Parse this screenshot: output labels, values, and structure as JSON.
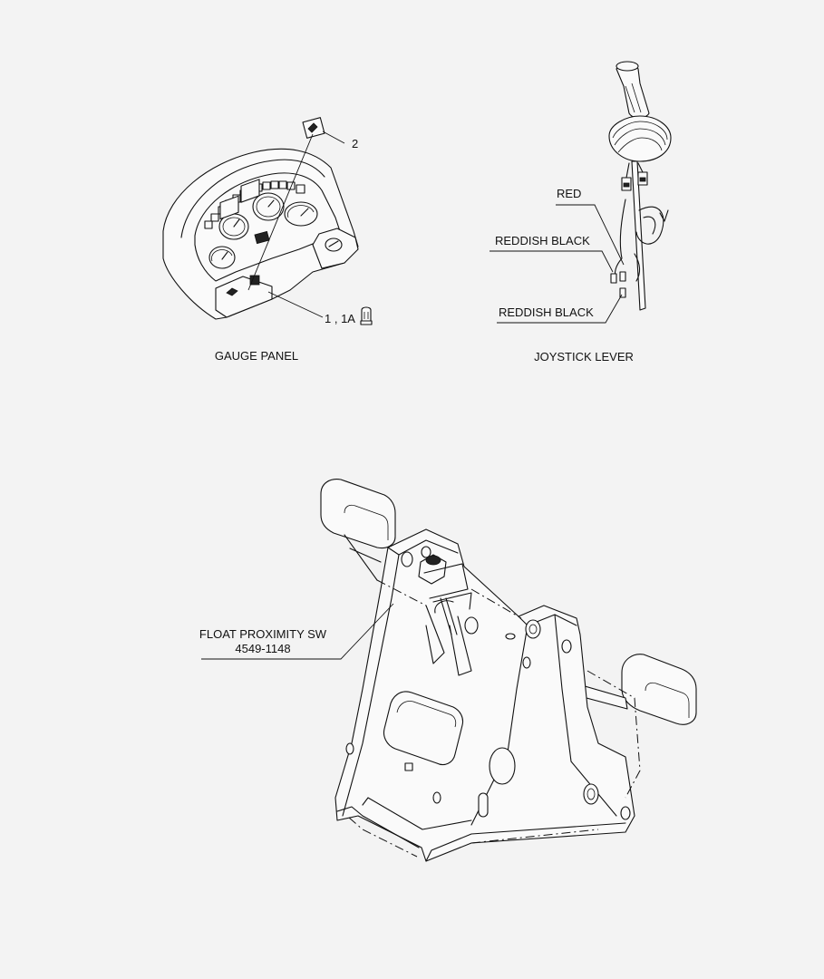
{
  "gauge_panel": {
    "caption": "GAUGE PANEL",
    "callout_decal": "2",
    "callout_bulb": "1 , 1A"
  },
  "joystick": {
    "caption": "JOYSTICK LEVER",
    "wire_red": "RED",
    "wire_reddish_black_top": "REDDISH BLACK",
    "wire_reddish_black_bottom": "REDDISH BLACK"
  },
  "pedal_assembly": {
    "label_line1": "FLOAT PROXIMITY SW",
    "label_line2": "4549-1148"
  }
}
